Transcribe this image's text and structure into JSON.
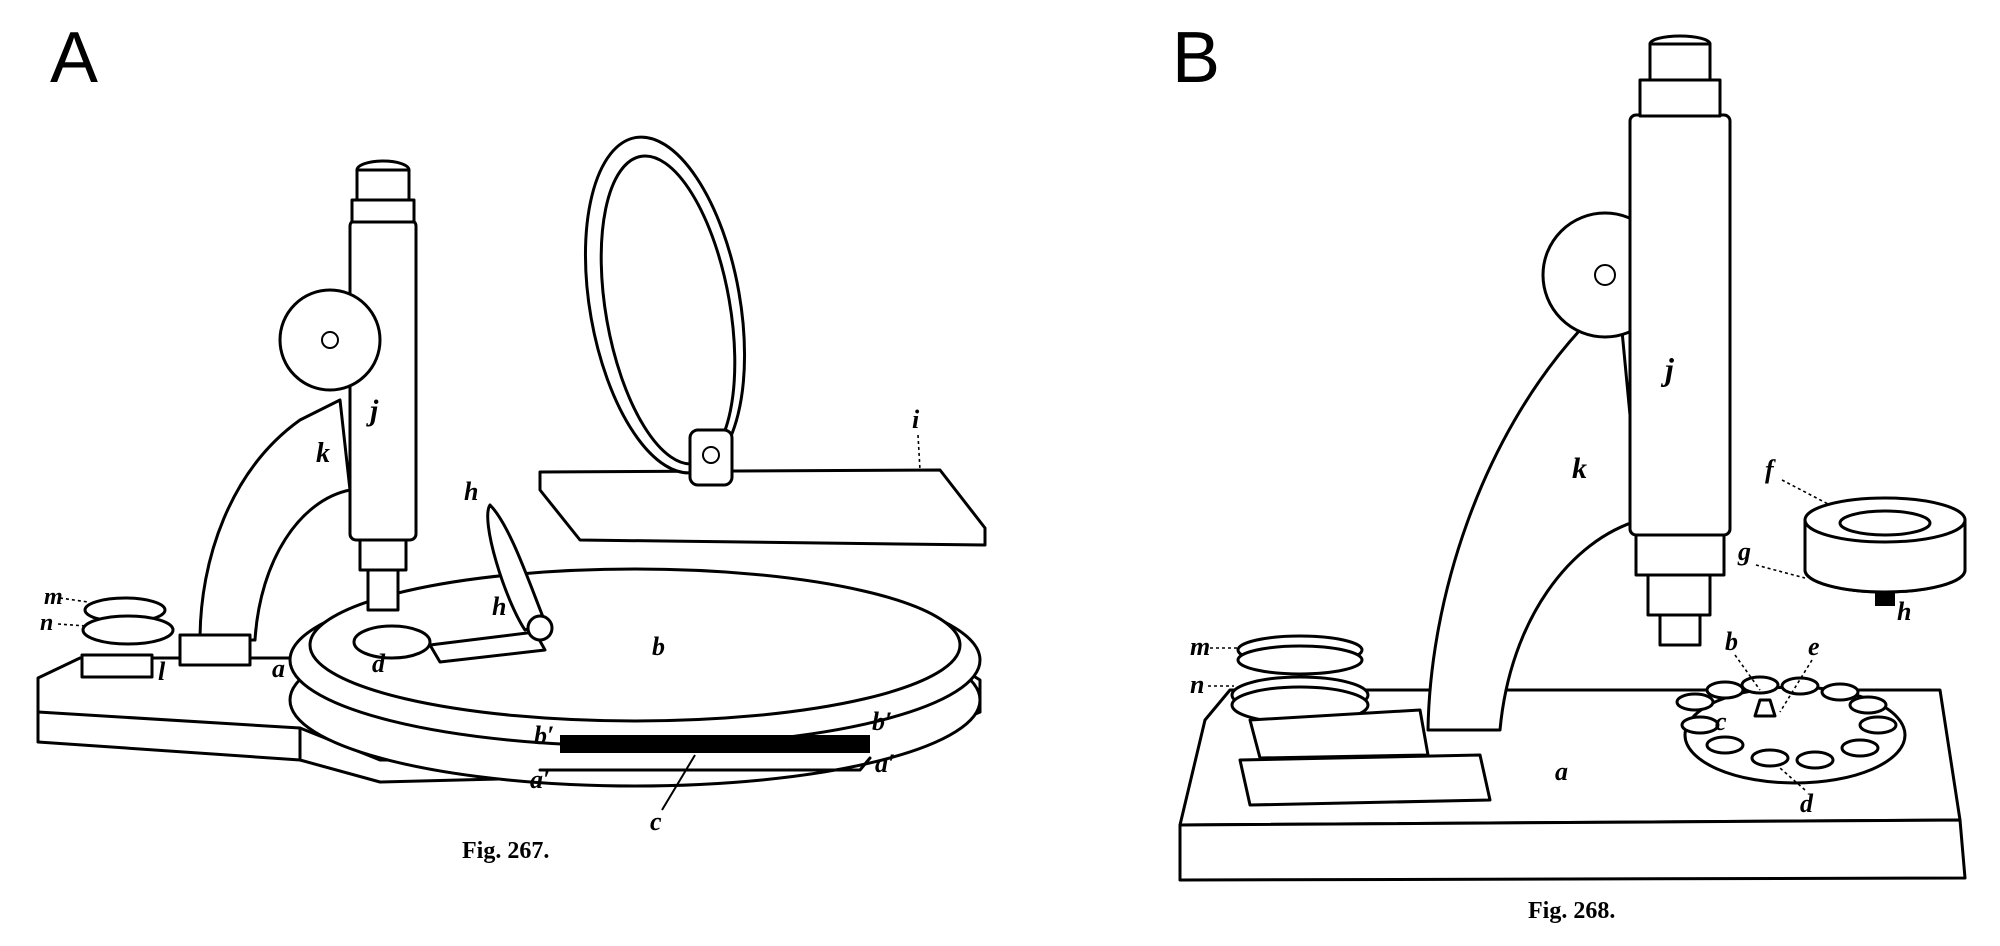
{
  "panels": [
    {
      "letter": "A",
      "caption": "Fig. 267.",
      "labels": {
        "a": "a",
        "a1": "a′",
        "a2": "a′",
        "b": "b",
        "b1": "b′",
        "b2": "b′",
        "c": "c",
        "d": "d",
        "h1": "h",
        "h2": "h",
        "i": "i",
        "j": "j",
        "k": "k",
        "l": "l",
        "m": "m",
        "n": "n"
      }
    },
    {
      "letter": "B",
      "caption": "Fig. 268.",
      "labels": {
        "a": "a",
        "b": "b",
        "c": "c",
        "d": "d",
        "e": "e",
        "f": "f",
        "g": "g",
        "h": "h",
        "j": "j",
        "k": "k",
        "m": "m",
        "n": "n"
      }
    }
  ]
}
